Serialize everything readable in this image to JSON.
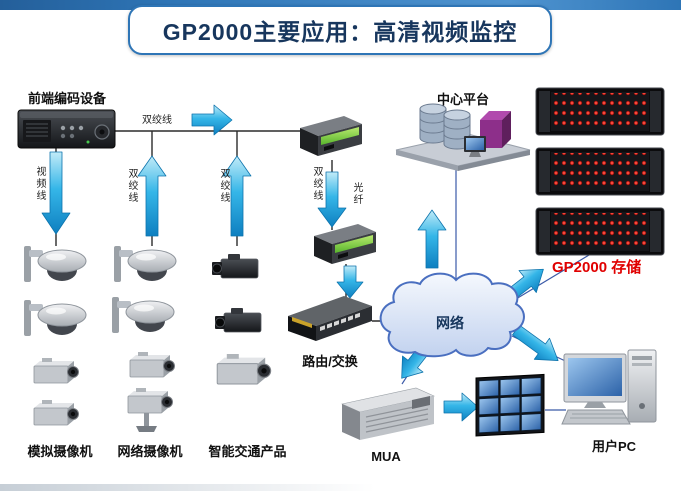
{
  "title": "GP2000主要应用：高清视频监控",
  "nodes": {
    "frontend_encoder": "前端编码设备",
    "center_platform": "中心平台",
    "storage": "GP2000 存储",
    "cloud": "网络",
    "router_switch": "路由/交换",
    "analog_cameras": "模拟摄像机",
    "network_cameras": "网络摄像机",
    "traffic_products": "智能交通产品",
    "mua": "MUA",
    "user_pc": "用户PC"
  },
  "cables": {
    "twisted_pair": "双绞线",
    "video_line": "视频线",
    "twisted_pair_2": "双绞线",
    "twisted_pair_3": "双绞线",
    "twisted_pair_4": "双绞线",
    "fiber": "光纤"
  },
  "colors": {
    "top_bar": "#2E75B6",
    "title_text": "#17365D",
    "arrow_cyan": "#29ABE2",
    "storage_label": "#E00000",
    "cloud_fill": "#D7E1F5",
    "cloud_stroke": "#4A6FC0",
    "led_red": "#E8281E"
  }
}
